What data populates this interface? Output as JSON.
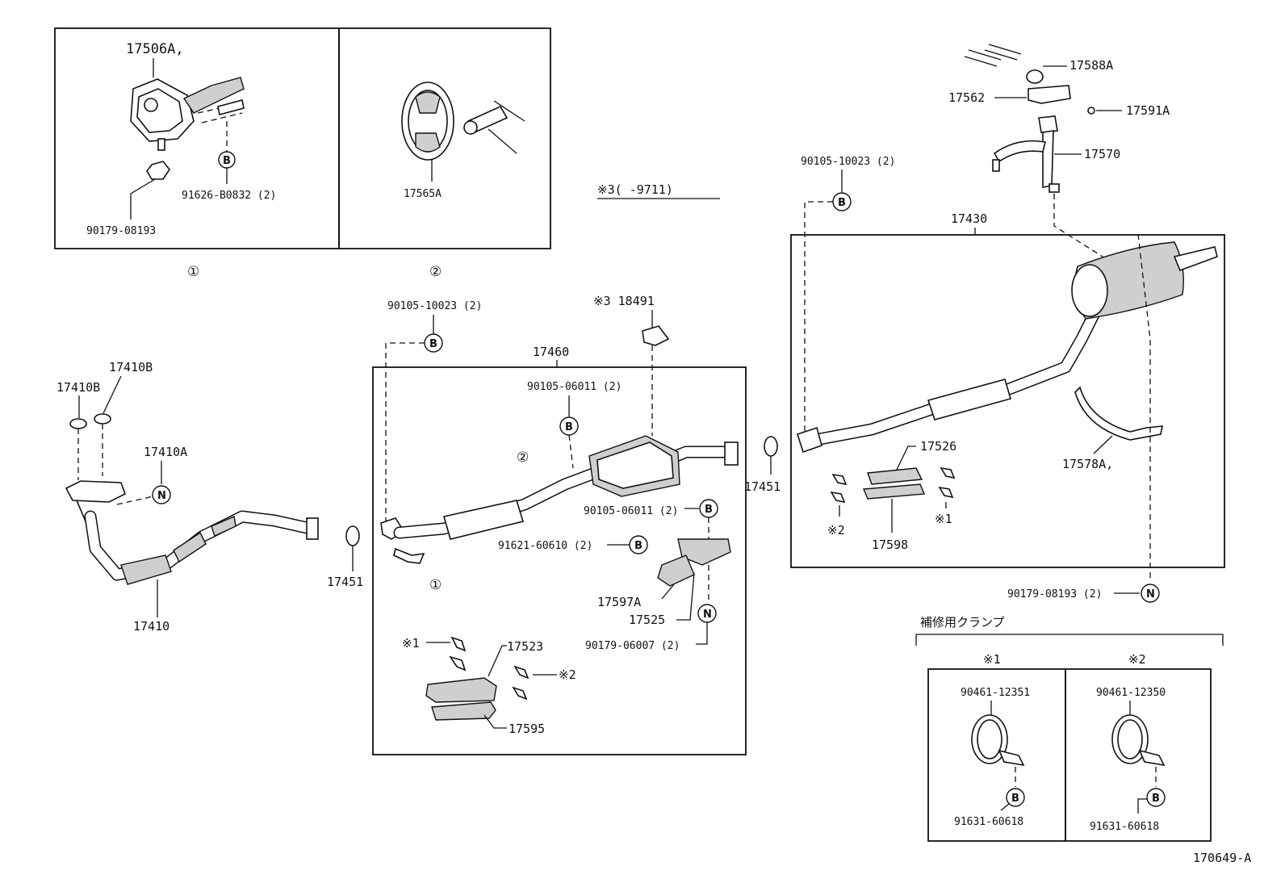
{
  "labels": {
    "p17506A": "17506A,",
    "p91626B0832": "91626-B0832 (2)",
    "p90179_08193": "90179-08193",
    "p17565A": "17565A",
    "ref1": "①",
    "ref2": "②",
    "note3": "※3(      -9711)",
    "p90105_10023_mid": "90105-10023 (2)",
    "p18491": "※3 18491",
    "p17460": "17460",
    "p90105_06011_top": "90105-06011 (2)",
    "p90105_06011_bot": "90105-06011 (2)",
    "p91621_60610": "91621-60610 (2)",
    "p17597A": "17597A",
    "p17525": "17525",
    "p90179_06007": "90179-06007 (2)",
    "p17523": "17523",
    "p17595": "17595",
    "star1_mid": "※1",
    "star2_mid": "※2",
    "ref1_mid": "①",
    "ref2_mid": "②",
    "p17410B_a": "17410B",
    "p17410B_b": "17410B",
    "p17410A": "17410A",
    "p17410": "17410",
    "p17451_left": "17451",
    "p17451_right": "17451",
    "p90105_10023_right": "90105-10023 (2)",
    "p17430": "17430",
    "p17588A": "17588A",
    "p17562": "17562",
    "p17591A": "17591A",
    "p17570": "17570",
    "p17526": "17526",
    "p17598": "17598",
    "p17578A": "17578A,",
    "star1_right": "※1",
    "star2_right": "※2",
    "p90179_08193_right": "90179-08193 (2)",
    "repair_clamp": "補修用クランプ",
    "clamp_star1": "※1",
    "clamp_star2": "※2",
    "p90461_12351": "90461-12351",
    "p90461_12350": "90461-12350",
    "p91631_60618_a": "91631-60618",
    "p91631_60618_b": "91631-60618",
    "diagram_id": "170649-A"
  },
  "symbols": {
    "B": "B",
    "N": "N"
  }
}
